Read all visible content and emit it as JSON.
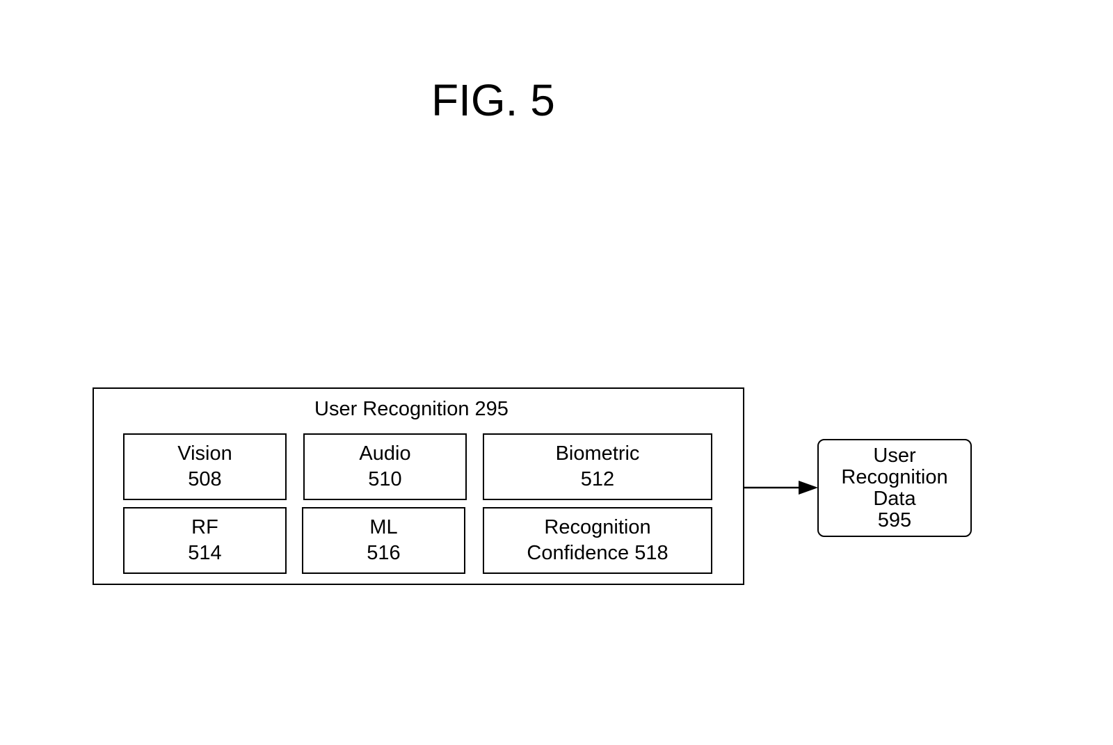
{
  "figure": {
    "title": "FIG. 5"
  },
  "user_recognition": {
    "label": "User Recognition 295",
    "components": [
      {
        "name": "Vision",
        "number": "508"
      },
      {
        "name": "Audio",
        "number": "510"
      },
      {
        "name": "Biometric",
        "number": "512"
      },
      {
        "name": "RF",
        "number": "514"
      },
      {
        "name": "ML",
        "number": "516"
      },
      {
        "name": "Recognition",
        "number": "Confidence 518"
      }
    ]
  },
  "output": {
    "line1": "User",
    "line2": "Recognition",
    "line3": "Data",
    "line4": "595"
  }
}
